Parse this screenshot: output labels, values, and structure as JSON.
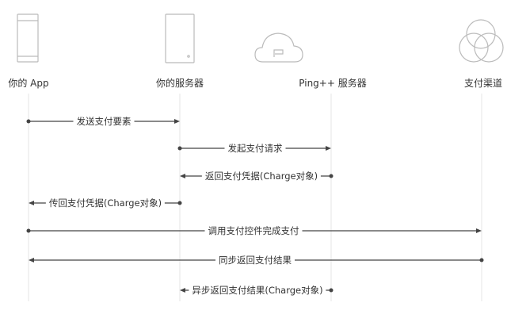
{
  "actors": [
    {
      "label": "你的 App",
      "icon": "phone-icon"
    },
    {
      "label": "你的服务器",
      "icon": "server-icon"
    },
    {
      "label": "Ping++ 服务器",
      "icon": "cloud-icon"
    },
    {
      "label": "支付渠道",
      "icon": "circles-icon"
    }
  ],
  "messages": [
    {
      "label": "发送支付要素",
      "from": 0,
      "to": 1
    },
    {
      "label": "发起支付请求",
      "from": 1,
      "to": 2
    },
    {
      "label": "返回支付凭据(Charge对象)",
      "from": 2,
      "to": 1
    },
    {
      "label": "传回支付凭据(Charge对象)",
      "from": 1,
      "to": 0
    },
    {
      "label": "调用支付控件完成支付",
      "from": 0,
      "to": 3
    },
    {
      "label": "同步返回支付结果",
      "from": 3,
      "to": 0
    },
    {
      "label": "异步返回支付结果(Charge对象)",
      "from": 2,
      "to": 1
    }
  ],
  "colors": {
    "line": "#444444",
    "lifeline": "#e4e4e4",
    "icon": "#bbbbbb"
  }
}
